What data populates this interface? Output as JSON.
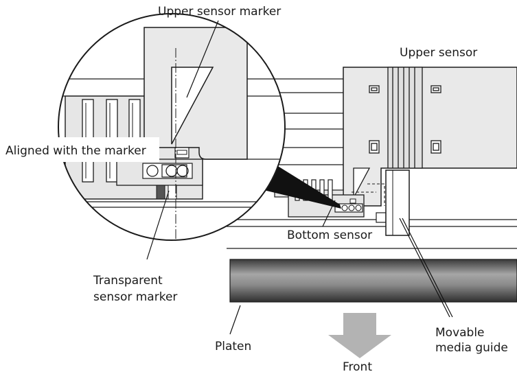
{
  "labels": {
    "upper_sensor_marker": "Upper sensor marker",
    "upper_sensor": "Upper sensor",
    "aligned_with_marker": "Aligned with the marker",
    "bottom_sensor": "Bottom sensor",
    "transparent_line1": "Transparent",
    "transparent_line2": "sensor marker",
    "platen": "Platen",
    "front": "Front",
    "movable_line1": "Movable",
    "movable_line2": "media guide"
  },
  "colors": {
    "outline": "#1a1a1a",
    "sensor_fill": "#e9e9e9",
    "platen_dark": "#4a4a4a",
    "platen_light": "#a8a8a8",
    "arrow": "#b3b3b3",
    "callout": "#111111"
  }
}
